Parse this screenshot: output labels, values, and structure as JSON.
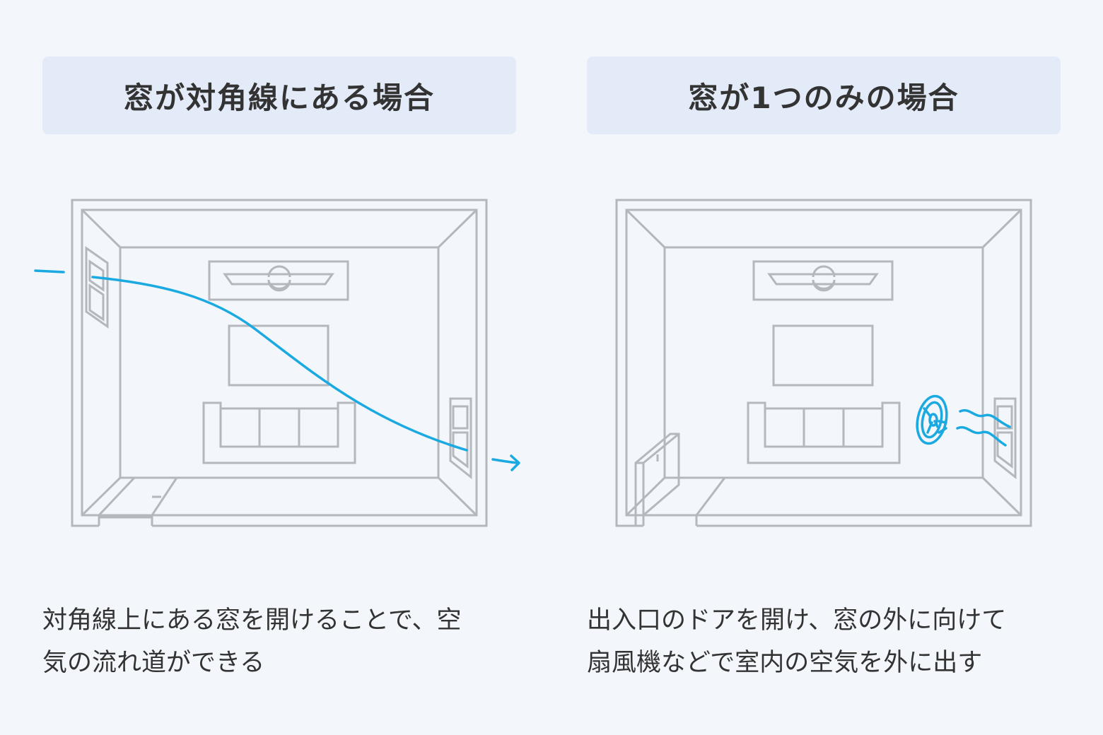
{
  "left": {
    "heading": "窓が対角線にある場合",
    "caption_lines": [
      "対角線上にある窓を開けることで、空",
      "気の流れ道ができる"
    ]
  },
  "right": {
    "heading": "窓が1つのみの場合",
    "caption_lines": [
      "出入口のドアを開け、窓の外に向けて",
      "扇風機などで室内の空気を外に出す"
    ]
  },
  "colors": {
    "background": "#f3f7fb",
    "heading_box": "#e4ebf8",
    "line": "#b4b7bb",
    "airflow": "#1aa9e0",
    "text": "#333333"
  },
  "icons": {
    "left_diagram": [
      "room-icon",
      "window-icon",
      "airflow-arrow-icon",
      "sofa-icon",
      "table-icon",
      "air-conditioner-icon"
    ],
    "right_diagram": [
      "room-icon",
      "door-icon",
      "window-icon",
      "fan-icon",
      "wind-icon",
      "sofa-icon",
      "table-icon",
      "air-conditioner-icon"
    ]
  }
}
